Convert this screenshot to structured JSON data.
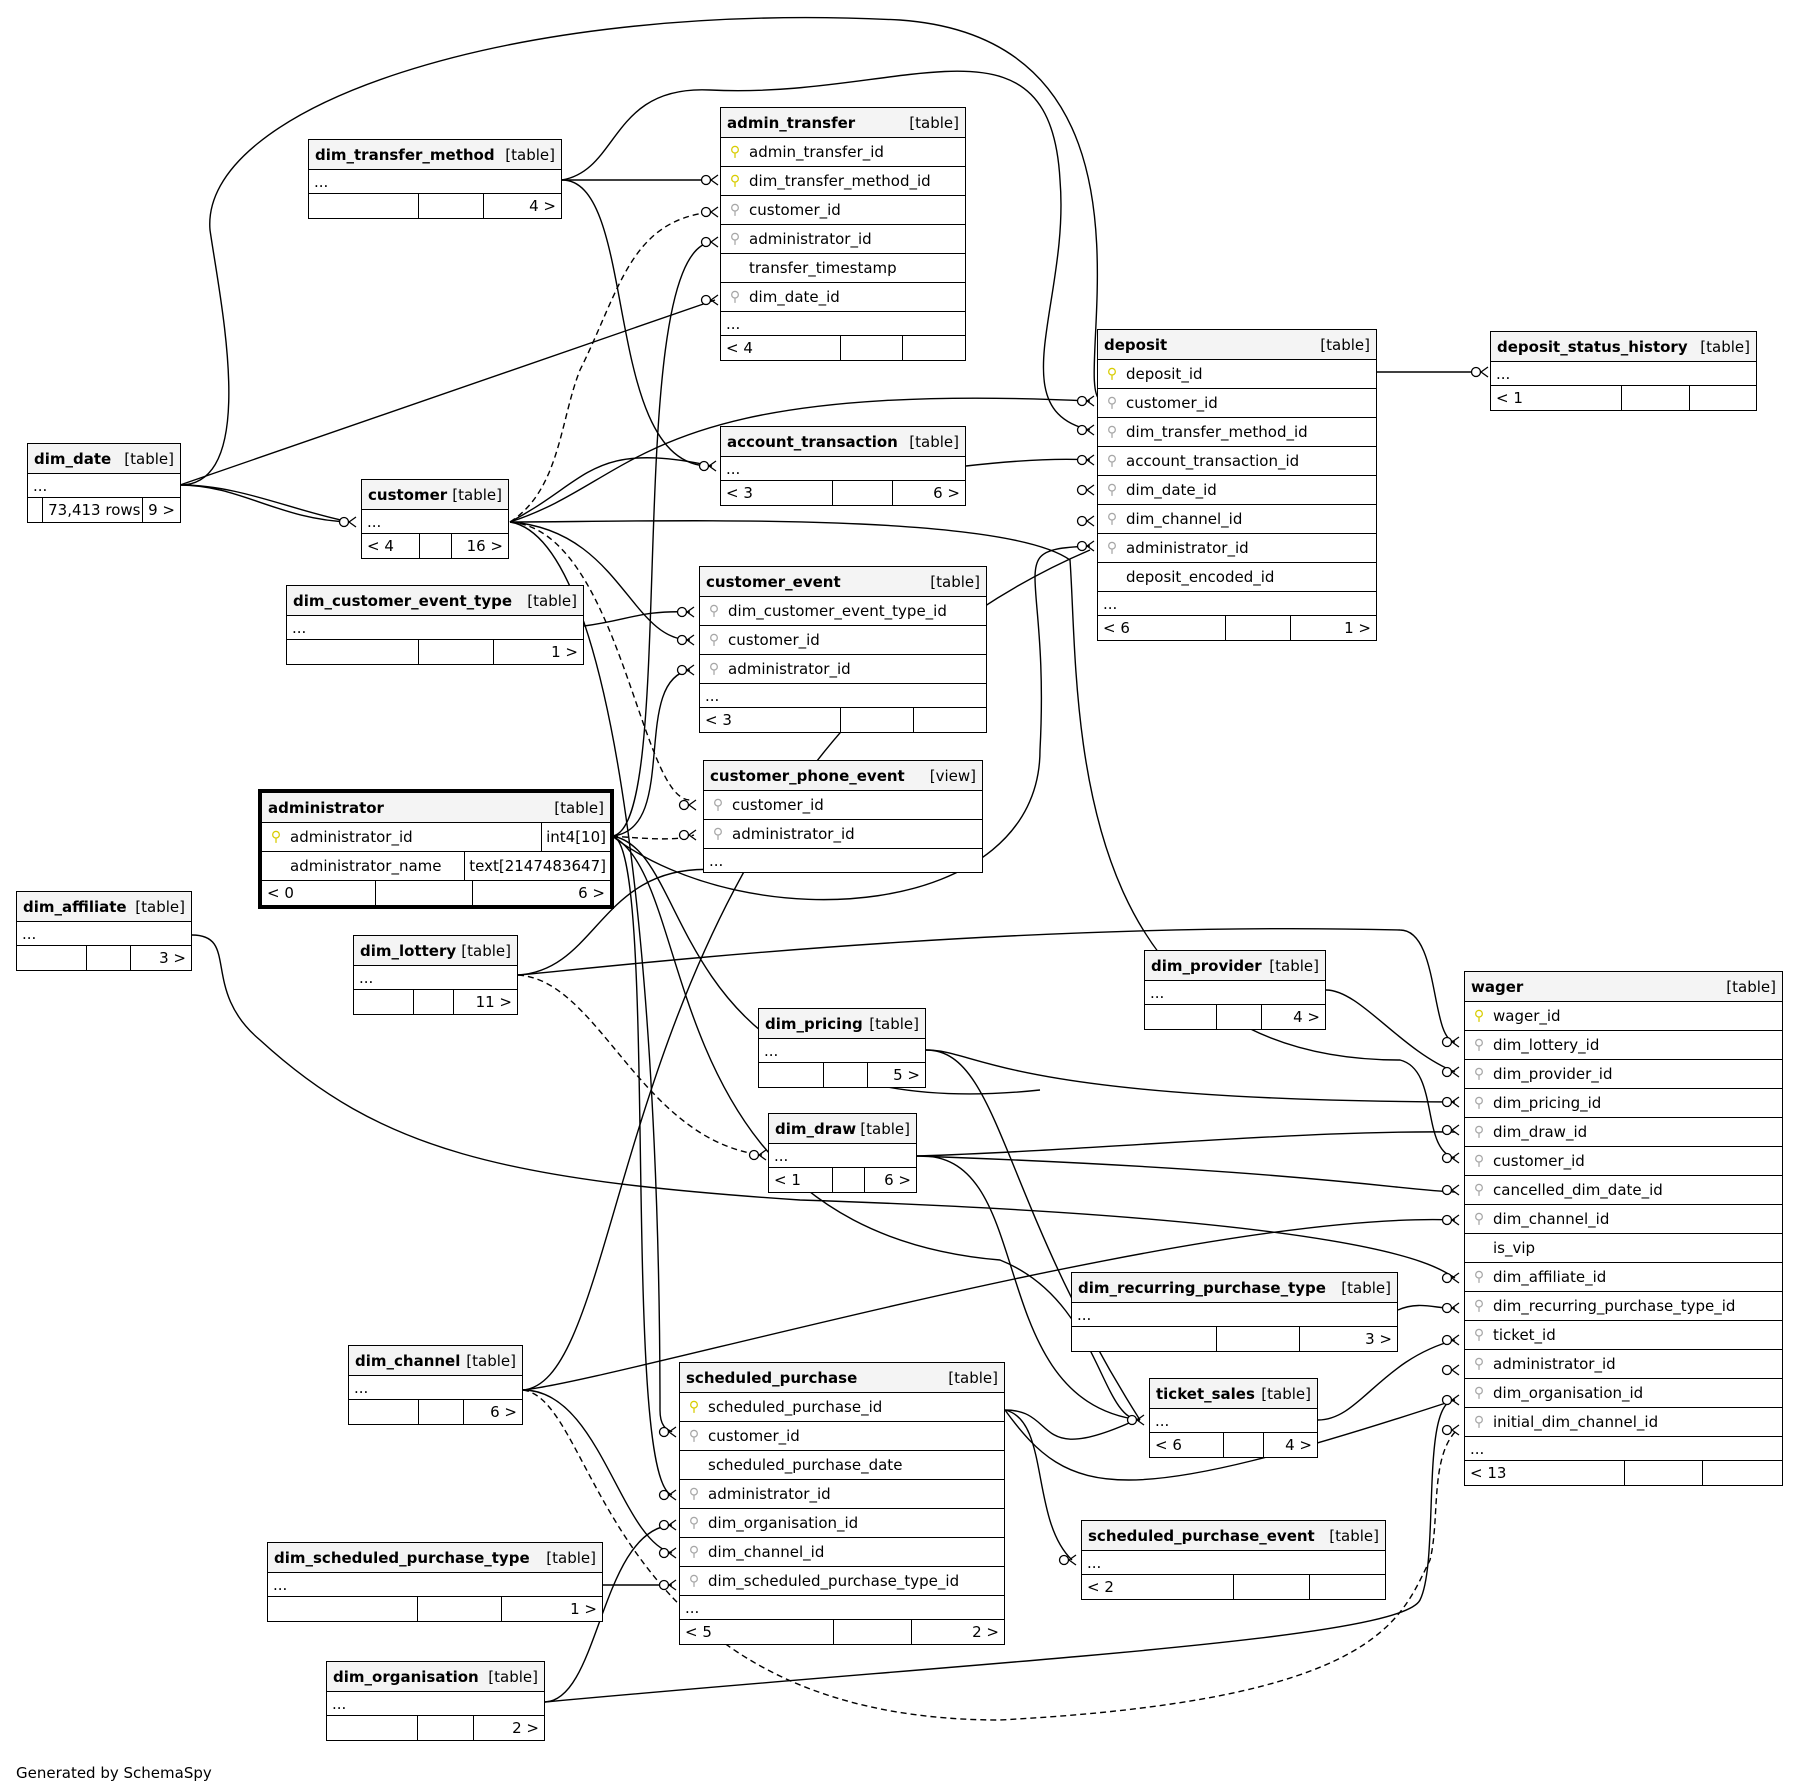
{
  "generator": "Generated by SchemaSpy",
  "tables": {
    "dim_transfer_method": {
      "name": "dim_transfer_method",
      "kind": "[table]",
      "f1": "",
      "f2": "",
      "f3": "4 >"
    },
    "admin_transfer": {
      "name": "admin_transfer",
      "kind": "[table]",
      "cols": [
        {
          "n": "admin_transfer_id",
          "k": "pk"
        },
        {
          "n": "dim_transfer_method_id",
          "k": "pk"
        },
        {
          "n": "customer_id",
          "k": "fk"
        },
        {
          "n": "administrator_id",
          "k": "fk"
        },
        {
          "n": "transfer_timestamp",
          "k": "none"
        },
        {
          "n": "dim_date_id",
          "k": "fk"
        }
      ],
      "f1": "< 4",
      "f2": "",
      "f3": ""
    },
    "deposit": {
      "name": "deposit",
      "kind": "[table]",
      "cols": [
        {
          "n": "deposit_id",
          "k": "pk"
        },
        {
          "n": "customer_id",
          "k": "fk"
        },
        {
          "n": "dim_transfer_method_id",
          "k": "fk"
        },
        {
          "n": "account_transaction_id",
          "k": "fk"
        },
        {
          "n": "dim_date_id",
          "k": "fk"
        },
        {
          "n": "dim_channel_id",
          "k": "fk"
        },
        {
          "n": "administrator_id",
          "k": "fk"
        },
        {
          "n": "deposit_encoded_id",
          "k": "none"
        }
      ],
      "f1": "< 6",
      "f2": "",
      "f3": "1 >"
    },
    "deposit_status_history": {
      "name": "deposit_status_history",
      "kind": "[table]",
      "f1": "< 1",
      "f2": "",
      "f3": ""
    },
    "dim_date": {
      "name": "dim_date",
      "kind": "[table]",
      "f1": "",
      "f2": "73,413 rows",
      "f3": "9 >"
    },
    "customer": {
      "name": "customer",
      "kind": "[table]",
      "f1": "< 4",
      "f2": "",
      "f3": "16 >"
    },
    "account_transaction": {
      "name": "account_transaction",
      "kind": "[table]",
      "f1": "< 3",
      "f2": "",
      "f3": "6 >"
    },
    "dim_customer_event_type": {
      "name": "dim_customer_event_type",
      "kind": "[table]",
      "f1": "",
      "f2": "",
      "f3": "1 >"
    },
    "customer_event": {
      "name": "customer_event",
      "kind": "[table]",
      "cols": [
        {
          "n": "dim_customer_event_type_id",
          "k": "fk"
        },
        {
          "n": "customer_id",
          "k": "fk"
        },
        {
          "n": "administrator_id",
          "k": "fk"
        }
      ],
      "f1": "< 3",
      "f2": "",
      "f3": ""
    },
    "customer_phone_event": {
      "name": "customer_phone_event",
      "kind": "[view]",
      "cols": [
        {
          "n": "customer_id",
          "k": "fk"
        },
        {
          "n": "administrator_id",
          "k": "fk"
        }
      ]
    },
    "administrator": {
      "name": "administrator",
      "kind": "[table]",
      "cols": [
        {
          "n": "administrator_id",
          "k": "pk",
          "t": "int4[10]"
        },
        {
          "n": "administrator_name",
          "k": "none",
          "t": "text[2147483647]"
        }
      ],
      "f1": "< 0",
      "f2": "",
      "f3": "6 >"
    },
    "dim_affiliate": {
      "name": "dim_affiliate",
      "kind": "[table]",
      "f1": "",
      "f2": "",
      "f3": "3 >"
    },
    "dim_lottery": {
      "name": "dim_lottery",
      "kind": "[table]",
      "f1": "",
      "f2": "",
      "f3": "11 >"
    },
    "dim_provider": {
      "name": "dim_provider",
      "kind": "[table]",
      "f1": "",
      "f2": "",
      "f3": "4 >"
    },
    "dim_pricing": {
      "name": "dim_pricing",
      "kind": "[table]",
      "f1": "",
      "f2": "",
      "f3": "5 >"
    },
    "dim_draw": {
      "name": "dim_draw",
      "kind": "[table]",
      "f1": "< 1",
      "f2": "",
      "f3": "6 >"
    },
    "wager": {
      "name": "wager",
      "kind": "[table]",
      "cols": [
        {
          "n": "wager_id",
          "k": "pk"
        },
        {
          "n": "dim_lottery_id",
          "k": "fk"
        },
        {
          "n": "dim_provider_id",
          "k": "fk"
        },
        {
          "n": "dim_pricing_id",
          "k": "fk"
        },
        {
          "n": "dim_draw_id",
          "k": "fk"
        },
        {
          "n": "customer_id",
          "k": "fk"
        },
        {
          "n": "cancelled_dim_date_id",
          "k": "fk"
        },
        {
          "n": "dim_channel_id",
          "k": "fk"
        },
        {
          "n": "is_vip",
          "k": "none"
        },
        {
          "n": "dim_affiliate_id",
          "k": "fk"
        },
        {
          "n": "dim_recurring_purchase_type_id",
          "k": "fk"
        },
        {
          "n": "ticket_id",
          "k": "fk"
        },
        {
          "n": "administrator_id",
          "k": "fk"
        },
        {
          "n": "dim_organisation_id",
          "k": "fk"
        },
        {
          "n": "initial_dim_channel_id",
          "k": "fk"
        }
      ],
      "f1": "< 13",
      "f2": "",
      "f3": ""
    },
    "dim_recurring_purchase_type": {
      "name": "dim_recurring_purchase_type",
      "kind": "[table]",
      "f1": "",
      "f2": "",
      "f3": "3 >"
    },
    "ticket_sales": {
      "name": "ticket_sales",
      "kind": "[table]",
      "f1": "< 6",
      "f2": "",
      "f3": "4 >"
    },
    "dim_channel": {
      "name": "dim_channel",
      "kind": "[table]",
      "f1": "",
      "f2": "",
      "f3": "6 >"
    },
    "scheduled_purchase": {
      "name": "scheduled_purchase",
      "kind": "[table]",
      "cols": [
        {
          "n": "scheduled_purchase_id",
          "k": "pk"
        },
        {
          "n": "customer_id",
          "k": "fk"
        },
        {
          "n": "scheduled_purchase_date",
          "k": "none"
        },
        {
          "n": "administrator_id",
          "k": "fk"
        },
        {
          "n": "dim_organisation_id",
          "k": "fk"
        },
        {
          "n": "dim_channel_id",
          "k": "fk"
        },
        {
          "n": "dim_scheduled_purchase_type_id",
          "k": "fk"
        }
      ],
      "f1": "< 5",
      "f2": "",
      "f3": "2 >"
    },
    "scheduled_purchase_event": {
      "name": "scheduled_purchase_event",
      "kind": "[table]",
      "f1": "< 2",
      "f2": "",
      "f3": ""
    },
    "dim_scheduled_purchase_type": {
      "name": "dim_scheduled_purchase_type",
      "kind": "[table]",
      "f1": "",
      "f2": "",
      "f3": "1 >"
    },
    "dim_organisation": {
      "name": "dim_organisation",
      "kind": "[table]",
      "f1": "",
      "f2": "",
      "f3": "2 >"
    }
  },
  "ellipsis": "..."
}
